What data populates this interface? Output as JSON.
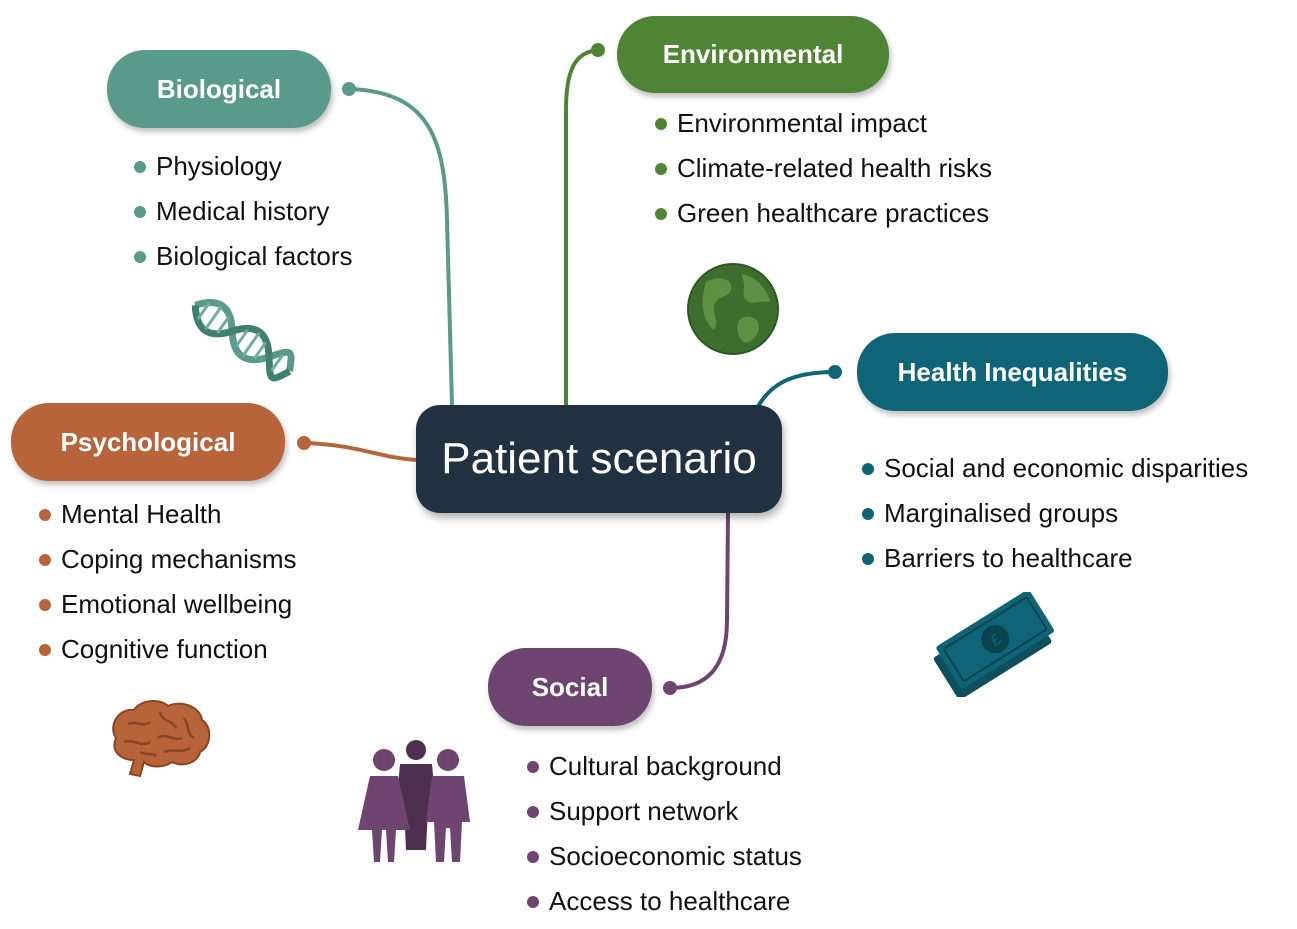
{
  "center": {
    "label": "Patient scenario",
    "color": "#22313f"
  },
  "branches": {
    "biological": {
      "title": "Biological",
      "color": "#5a9a8a",
      "icon": "dna-icon",
      "items": [
        "Physiology",
        "Medical history",
        "Biological factors"
      ]
    },
    "environmental": {
      "title": "Environmental",
      "color": "#4f8435",
      "icon": "globe-icon",
      "items": [
        "Environmental impact",
        "Climate-related health risks",
        "Green healthcare practices"
      ]
    },
    "health_inequalities": {
      "title": "Health Inequalities",
      "color": "#0f6577",
      "icon": "money-icon",
      "items": [
        "Social and economic disparities",
        "Marginalised groups",
        "Barriers to healthcare"
      ]
    },
    "psychological": {
      "title": "Psychological",
      "color": "#b8643a",
      "icon": "brain-icon",
      "items": [
        "Mental Health",
        "Coping mechanisms",
        "Emotional wellbeing",
        "Cognitive function"
      ]
    },
    "social": {
      "title": "Social",
      "color": "#6e4570",
      "icon": "people-icon",
      "items": [
        "Cultural background",
        "Support network",
        "Socioeconomic status",
        "Access to healthcare"
      ]
    }
  }
}
